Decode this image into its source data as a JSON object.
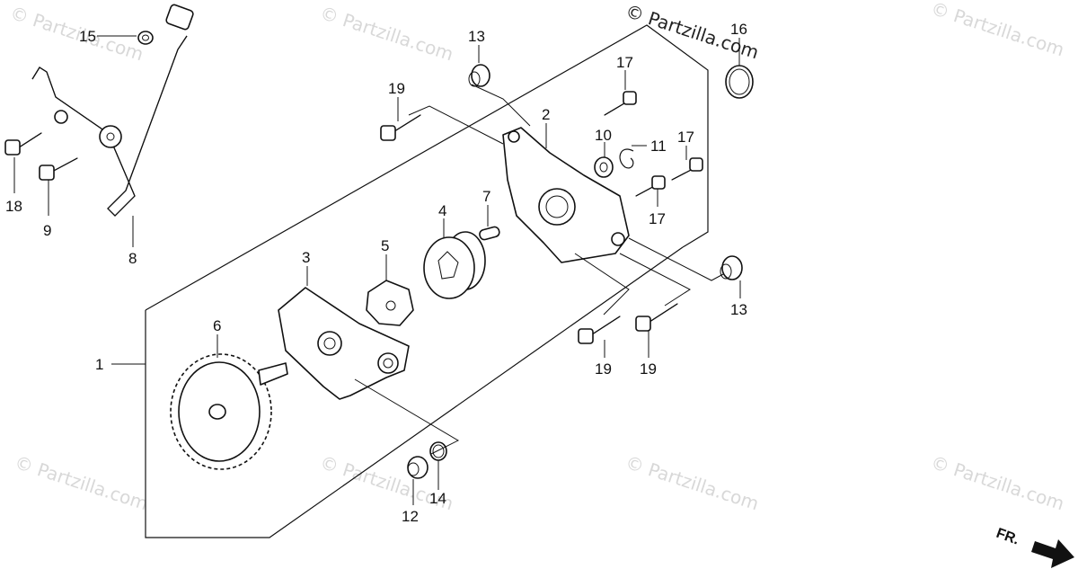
{
  "watermark": "© Partzilla.com",
  "copyright": "© Partzilla.com",
  "direction_label": "FR.",
  "callouts": {
    "c1": "1",
    "c2": "2",
    "c3": "3",
    "c4": "4",
    "c5": "5",
    "c6": "6",
    "c7": "7",
    "c8": "8",
    "c9": "9",
    "c10": "10",
    "c11": "11",
    "c12": "12",
    "c13a": "13",
    "c13b": "13",
    "c14": "14",
    "c15": "15",
    "c16": "16",
    "c17a": "17",
    "c17b": "17",
    "c17c": "17",
    "c18": "18",
    "c19a": "19",
    "c19b": "19",
    "c19c": "19"
  }
}
